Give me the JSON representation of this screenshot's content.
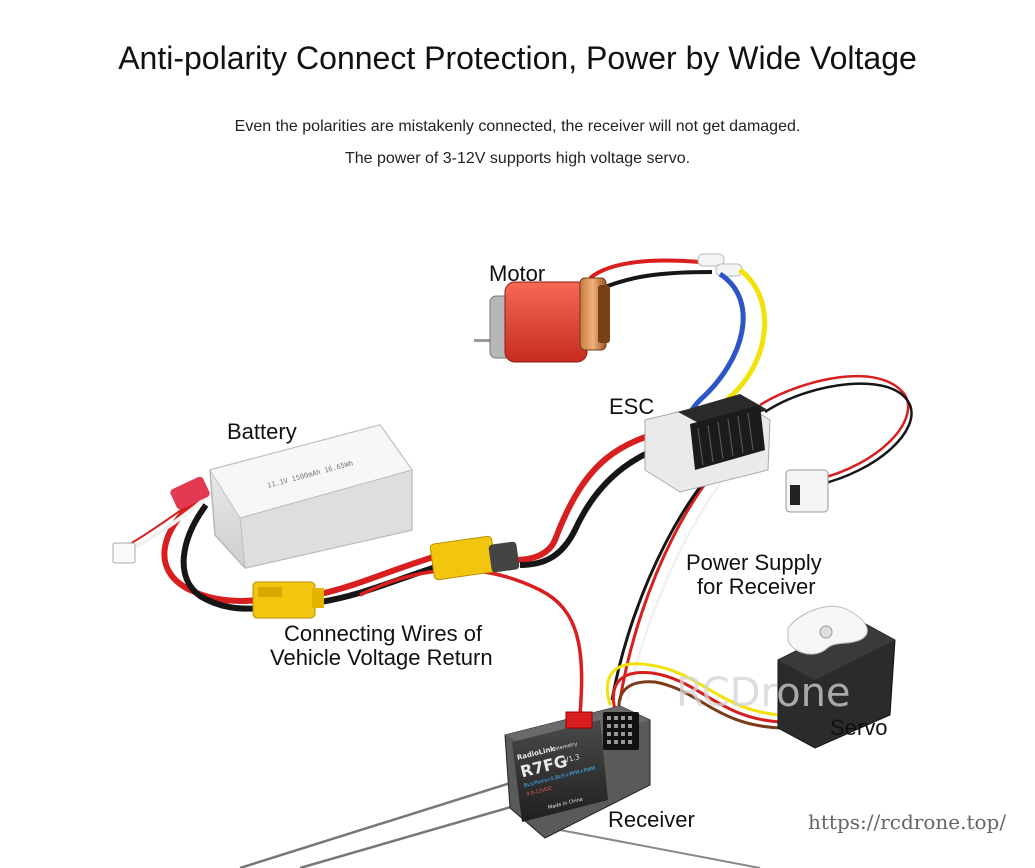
{
  "header": {
    "title": "Anti-polarity Connect Protection, Power by Wide Voltage",
    "subtitle_line1": "Even the polarities are mistakenly connected, the receiver will not get damaged.",
    "subtitle_line2": "The power of 3-12V supports high voltage servo."
  },
  "labels": {
    "motor": "Motor",
    "esc": "ESC",
    "battery": "Battery",
    "power_supply_line1": "Power Supply",
    "power_supply_line2": "for Receiver",
    "connecting_line1": "Connecting Wires of",
    "connecting_line2": "Vehicle Voltage Return",
    "servo": "Servo",
    "receiver": "Receiver"
  },
  "battery_print": "11.1V 1500mAh 16.65Wh",
  "receiver_print": {
    "brand": "RadioLink",
    "telemetry": "Telemetry",
    "model": "R7FG",
    "version": "V1.3",
    "protocol": "Bus/Ports=S-BUS+PPM+PWM",
    "voltage": "3.0-12VDC",
    "made_in": "Made in China"
  },
  "watermark": "RCDrone",
  "url": "https://rcdrone.top/",
  "colors": {
    "wire_red": "#d81e1e",
    "wire_black": "#161616",
    "wire_yellow": "#f2e20a",
    "wire_blue": "#2d55c8",
    "connector_yellow": "#f2c60e",
    "motor_red": "#e8402f"
  }
}
